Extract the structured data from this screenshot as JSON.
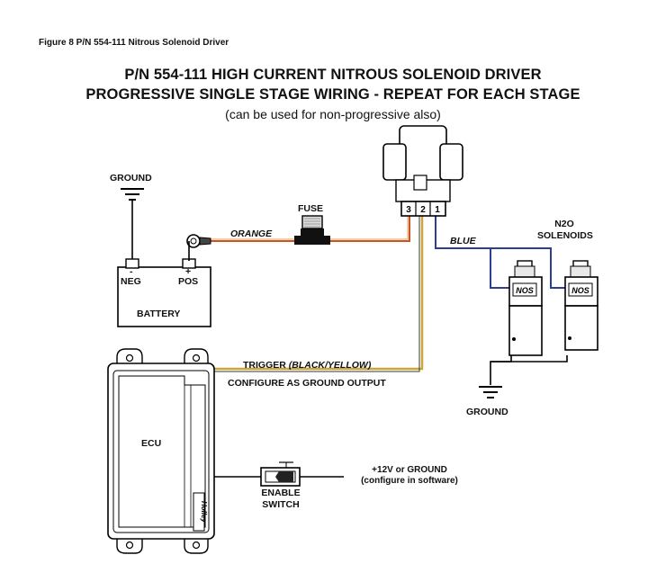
{
  "figure_caption": "Figure 8  P/N 554-111 Nitrous Solenoid Driver",
  "title_line1": "P/N 554-111 HIGH CURRENT NITROUS SOLENOID DRIVER",
  "title_line2": "PROGRESSIVE SINGLE STAGE WIRING - REPEAT FOR EACH STAGE",
  "subtitle": "(can be used for non-progressive also)",
  "driver": {
    "pins": [
      "3",
      "2",
      "1"
    ]
  },
  "labels": {
    "ground_top": "GROUND",
    "fuse": "FUSE",
    "orange_wire": "ORANGE",
    "blue_wire": "BLUE",
    "n2o_line1": "N2O",
    "n2o_line2": "SOLENOIDS",
    "neg_sign": "-",
    "pos_sign": "+",
    "neg": "NEG",
    "pos": "POS",
    "battery": "BATTERY",
    "trigger_prefix": "TRIGGER ",
    "trigger_color": "(BLACK/YELLOW)",
    "configure_ground": "CONFIGURE AS GROUND OUTPUT",
    "ground_bottom": "GROUND",
    "ecu": "ECU",
    "enable_line1": "ENABLE",
    "enable_line2": "SWITCH",
    "power_line1": "+12V or GROUND",
    "power_line2": "(configure in software)",
    "solenoid_brand": "NOS",
    "ecu_brand": "Holley"
  },
  "colors": {
    "orange_wire": "#c8581c",
    "blue_wire": "#2a3f8f",
    "trigger_black": "#222222",
    "trigger_yellow": "#c9a53a"
  }
}
